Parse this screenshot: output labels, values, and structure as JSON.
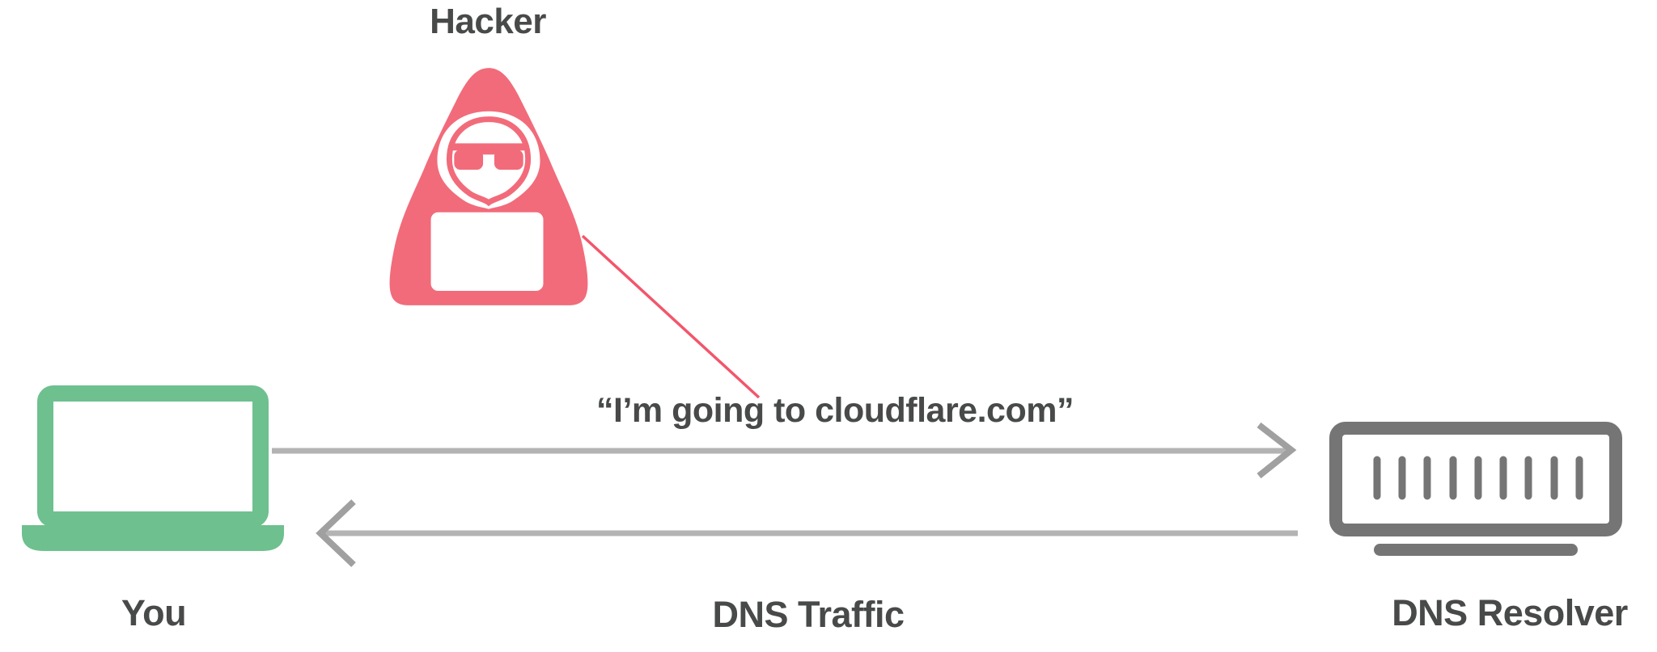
{
  "nodes": {
    "hacker": {
      "label": "Hacker",
      "icon": "hooded-hacker-with-laptop-icon"
    },
    "you": {
      "label": "You",
      "icon": "laptop-icon"
    },
    "resolver": {
      "label": "DNS Resolver",
      "icon": "server-icon"
    }
  },
  "edges": {
    "query_message": {
      "label": "“I’m going to cloudflare.com”"
    },
    "dns_traffic": {
      "label": "DNS Traffic"
    }
  },
  "colors": {
    "hacker_red": "#F26B7A",
    "tap_line_red": "#F2566C",
    "laptop_green": "#6EC08F",
    "server_gray": "#757575",
    "arrow_gray": "#AFAFAF",
    "label_dark": "#474A49",
    "background": "#FFFFFF"
  }
}
